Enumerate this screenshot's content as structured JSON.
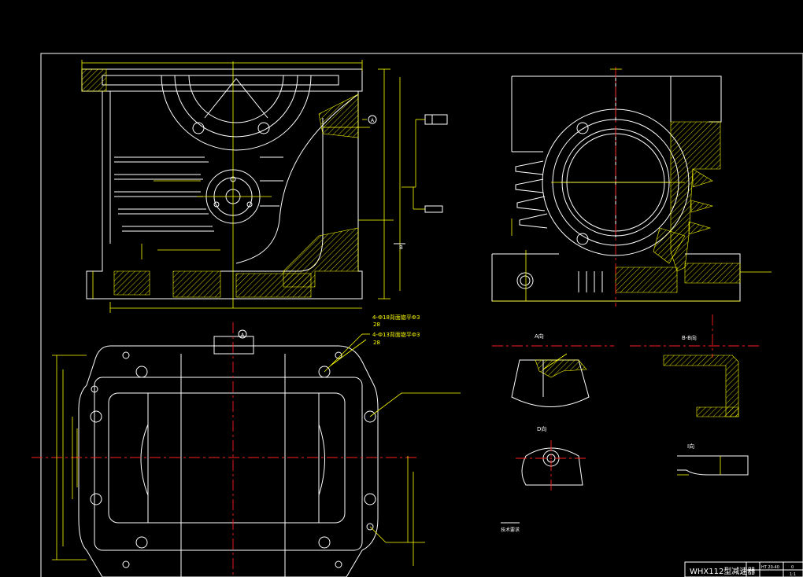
{
  "drawing": {
    "note_flange_1": "4-Ф18背面锪平Ф3",
    "note_flange_1b": "28",
    "note_flange_2": "4-Ф13背面锪平Ф3",
    "note_flange_2b": "28",
    "view_a_label": "A向",
    "section_bb_label": "B-B向",
    "view_d_label": "D向",
    "view_i_label": "I向",
    "datum_a": "A",
    "datum_b": "B",
    "small_note": "技术要求",
    "colors": {
      "background": "#000000",
      "outline": "#ffffff",
      "dimension": "#ffff00",
      "centerline": "#ff2020"
    }
  },
  "title_block": {
    "title": "WHX112型减速器",
    "cells": [
      "HT 20-40",
      "0",
      "1:1"
    ]
  }
}
